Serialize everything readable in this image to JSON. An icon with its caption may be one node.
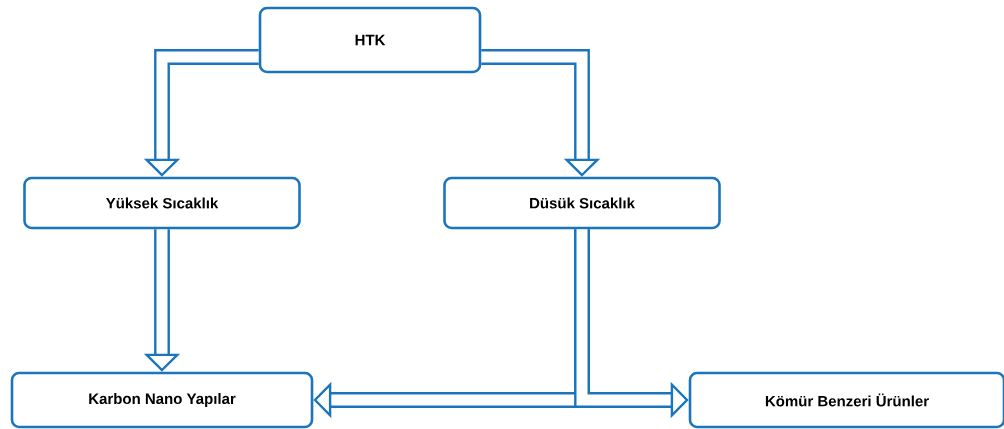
{
  "diagram": {
    "nodes": [
      {
        "text": [
          "HTK"
        ]
      },
      {
        "text": [
          "Yüksek Sıcaklık"
        ]
      },
      {
        "text": [
          "Düsük Sıcaklık"
        ]
      },
      {
        "text": [
          "Karbon Nano Yapılar"
        ]
      },
      {
        "text": [
          "Kömür Benzeri Ürünler"
        ]
      }
    ],
    "edges": [
      {
        "from": 0,
        "to": 1,
        "arrow": "to"
      },
      {
        "from": 0,
        "to": 2,
        "arrow": "to"
      },
      {
        "from": 1,
        "to": 3,
        "arrow": "to"
      },
      {
        "from": 2,
        "to": 3,
        "arrow": "to"
      },
      {
        "from": 2,
        "to": 4,
        "arrow": "to"
      }
    ]
  }
}
